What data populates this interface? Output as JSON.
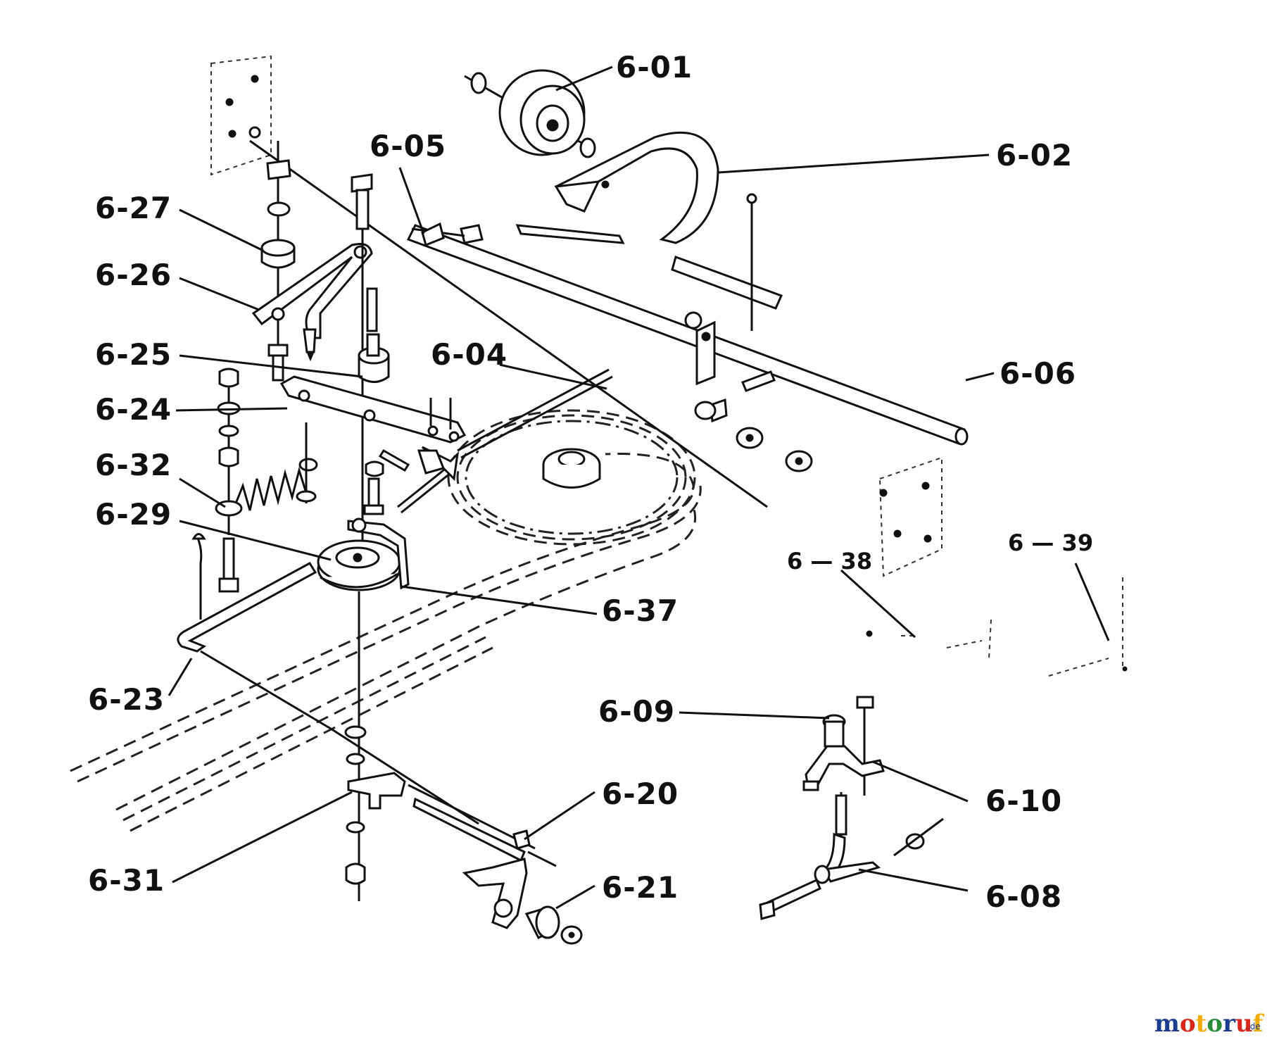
{
  "diagram": {
    "labels": {
      "p6_01": "6-01",
      "p6_02": "6-02",
      "p6_04": "6-04",
      "p6_05": "6-05",
      "p6_06": "6-06",
      "p6_08": "6-08",
      "p6_09": "6-09",
      "p6_10": "6-10",
      "p6_20": "6-20",
      "p6_21": "6-21",
      "p6_23": "6-23",
      "p6_24": "6-24",
      "p6_25": "6-25",
      "p6_26": "6-26",
      "p6_27": "6-27",
      "p6_29": "6-29",
      "p6_31": "6-31",
      "p6_32": "6-32",
      "p6_37": "6-37",
      "p6_38": "6 — 38",
      "p6_39": "6 — 39"
    }
  },
  "watermark": {
    "text": "motoruf",
    "suffix": ".de",
    "colors": [
      "#1a3d8f",
      "#d9261c",
      "#f2a900",
      "#2a8c3a",
      "#1a3d8f",
      "#d9261c",
      "#f2a900"
    ]
  }
}
